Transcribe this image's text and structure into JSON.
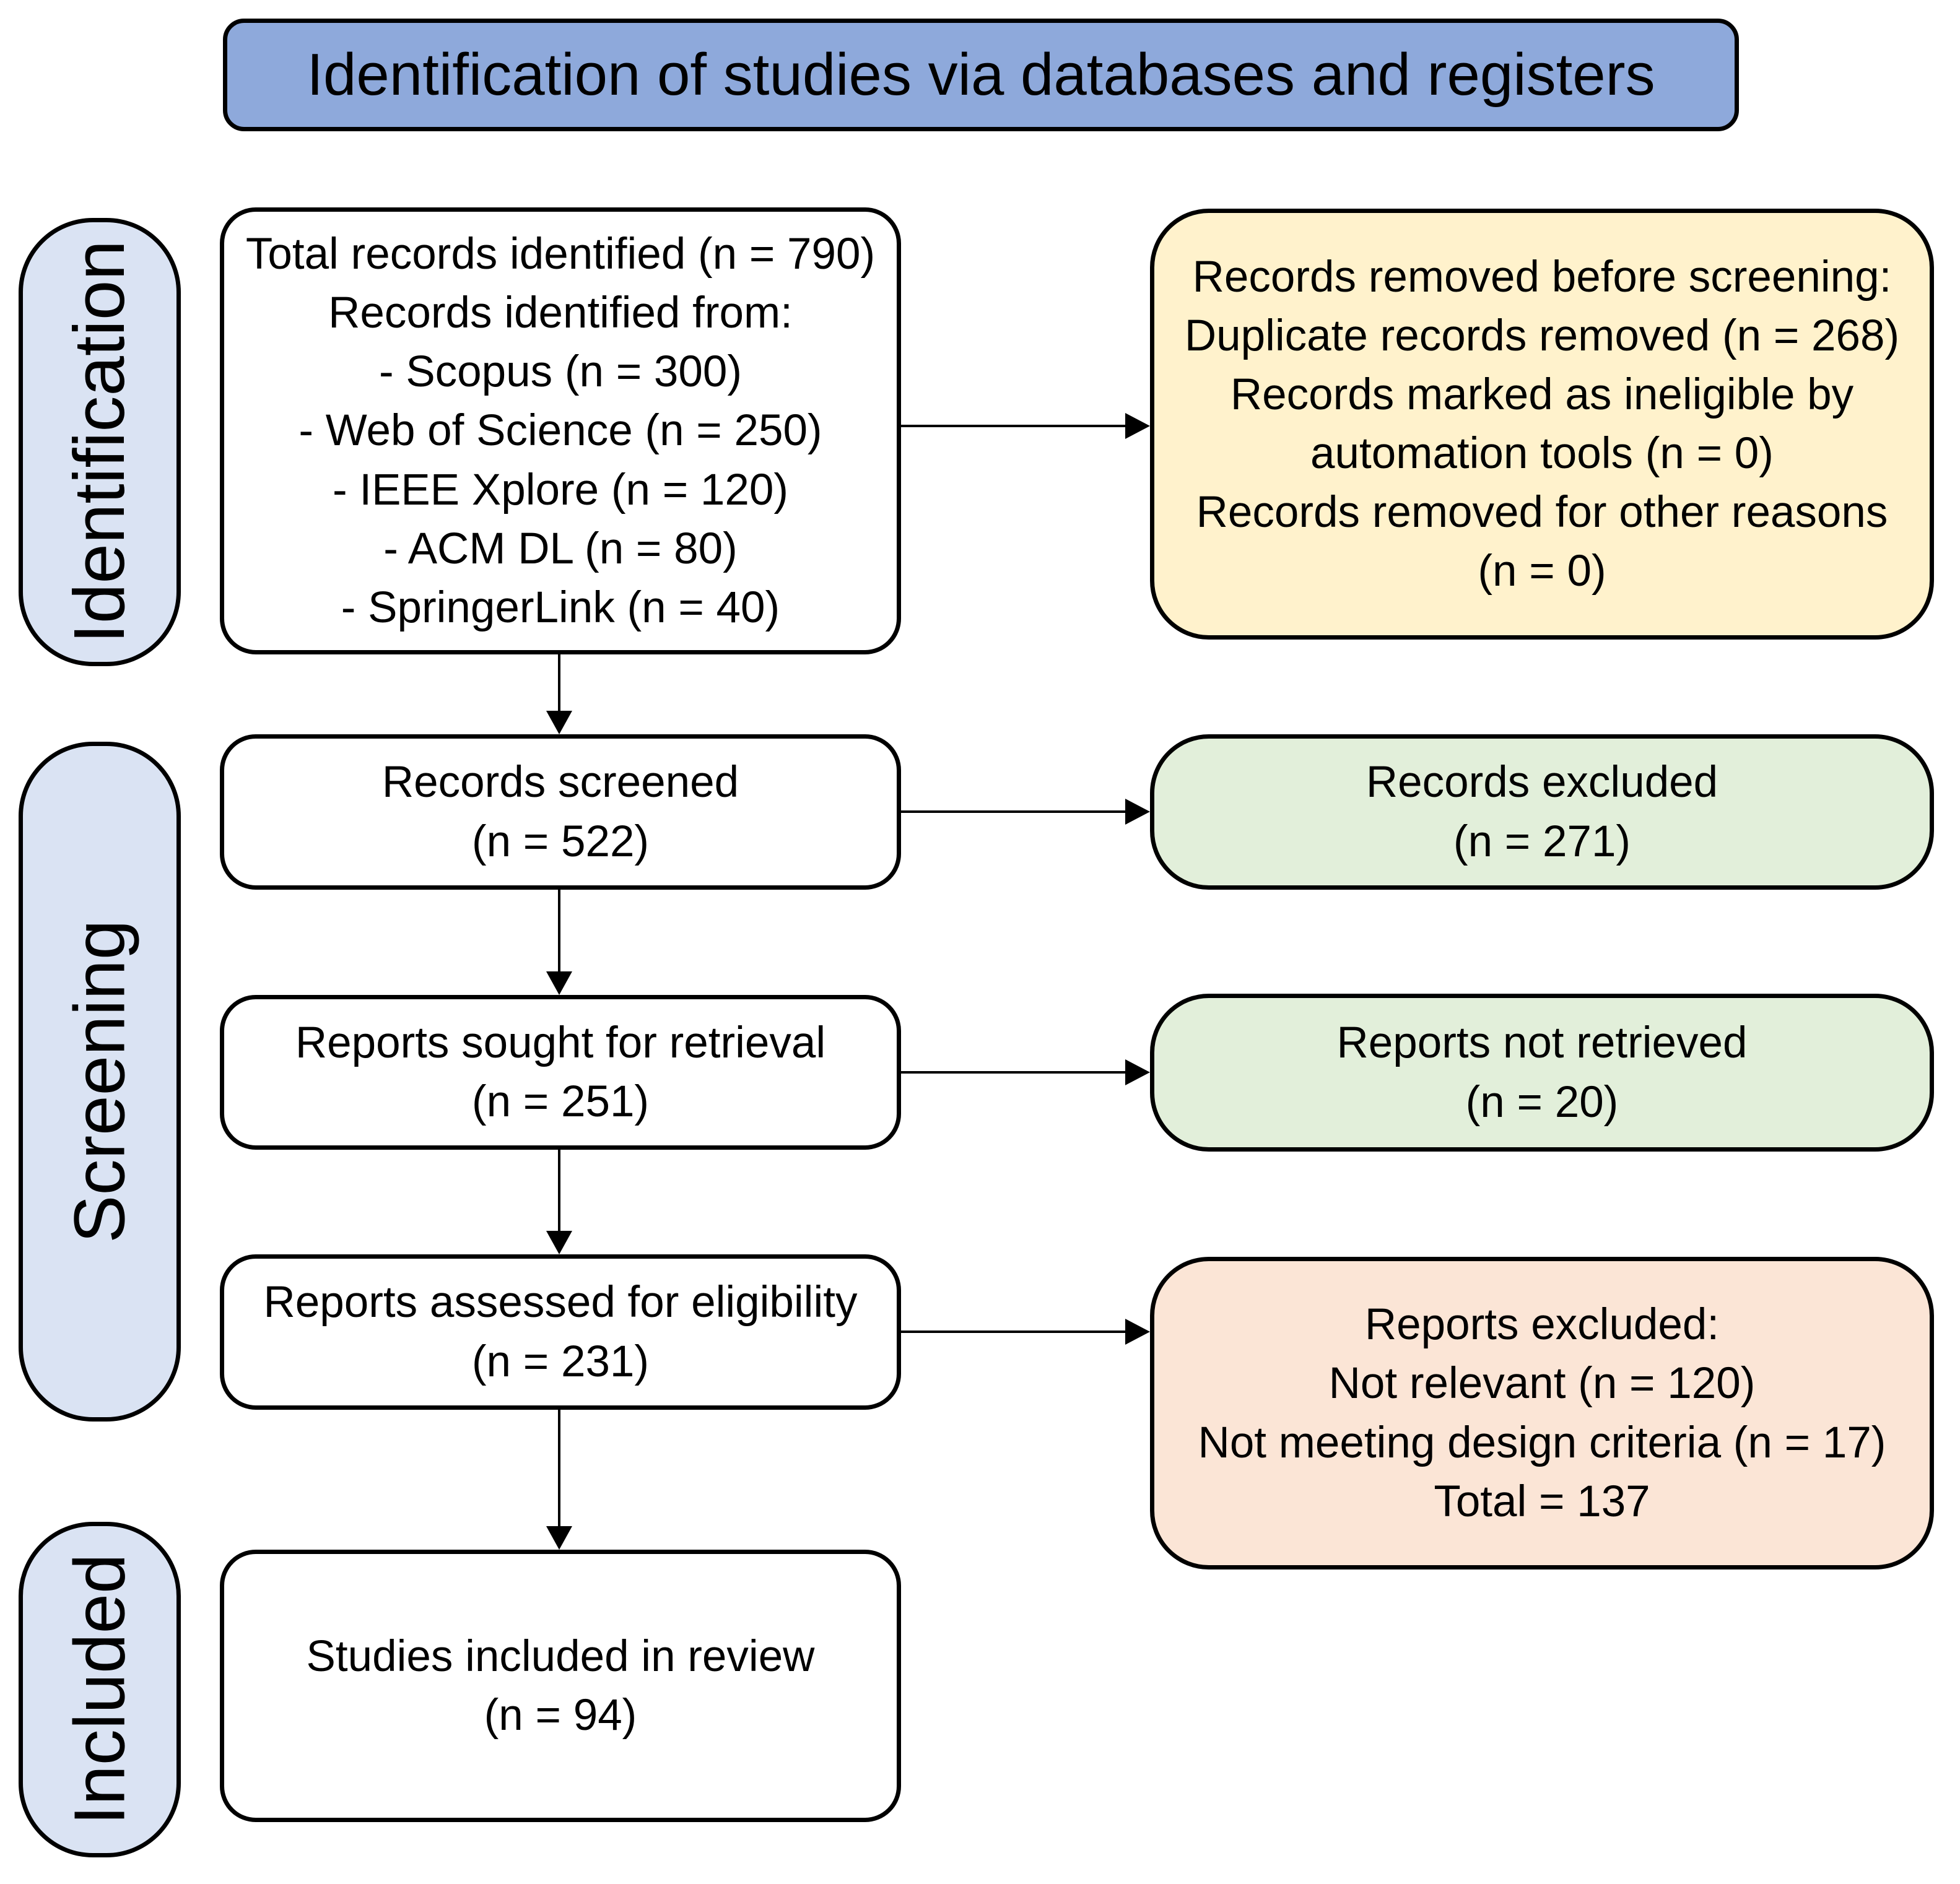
{
  "title": "Identification of studies via databases and registers",
  "stages": [
    {
      "label": "Identification"
    },
    {
      "label": "Screening"
    },
    {
      "label": "Included"
    }
  ],
  "boxes": {
    "total_identified": {
      "lines": [
        "Total records identified (n = 790)",
        "Records identified from:",
        "- Scopus (n = 300)",
        "- Web of Science (n = 250)",
        "- IEEE Xplore (n = 120)",
        "- ACM DL (n = 80)",
        "- SpringerLink (n = 40)"
      ]
    },
    "removed_before_screening": {
      "lines": [
        "Records removed before screening:",
        "Duplicate records removed (n = 268)",
        "Records marked as ineligible by",
        "automation tools (n = 0)",
        "Records removed for other reasons",
        "(n = 0)"
      ]
    },
    "records_screened": {
      "lines": [
        "Records screened",
        "(n = 522)"
      ]
    },
    "records_excluded": {
      "lines": [
        "Records excluded",
        "(n = 271)"
      ]
    },
    "reports_sought": {
      "lines": [
        "Reports sought for retrieval",
        "(n = 251)"
      ]
    },
    "reports_not_retrieved": {
      "lines": [
        "Reports not retrieved",
        "(n = 20)"
      ]
    },
    "reports_assessed": {
      "lines": [
        "Reports assessed for eligibility",
        "(n = 231)"
      ]
    },
    "reports_excluded": {
      "lines": [
        "Reports excluded:",
        "Not relevant (n = 120)",
        "Not meeting design criteria (n = 17)",
        "Total = 137"
      ]
    },
    "studies_included": {
      "lines": [
        "Studies included in review",
        "(n = 94)"
      ]
    }
  },
  "colors": {
    "title_fill": "#8EA9DB",
    "stage_fill": "#DAE3F3",
    "removed_fill": "#FFF2CC",
    "excluded_fill": "#E2EFDA",
    "reports_excluded_fill": "#FBE5D6",
    "box_fill": "#FFFFFF",
    "border": "#000000",
    "text": "#000000"
  }
}
